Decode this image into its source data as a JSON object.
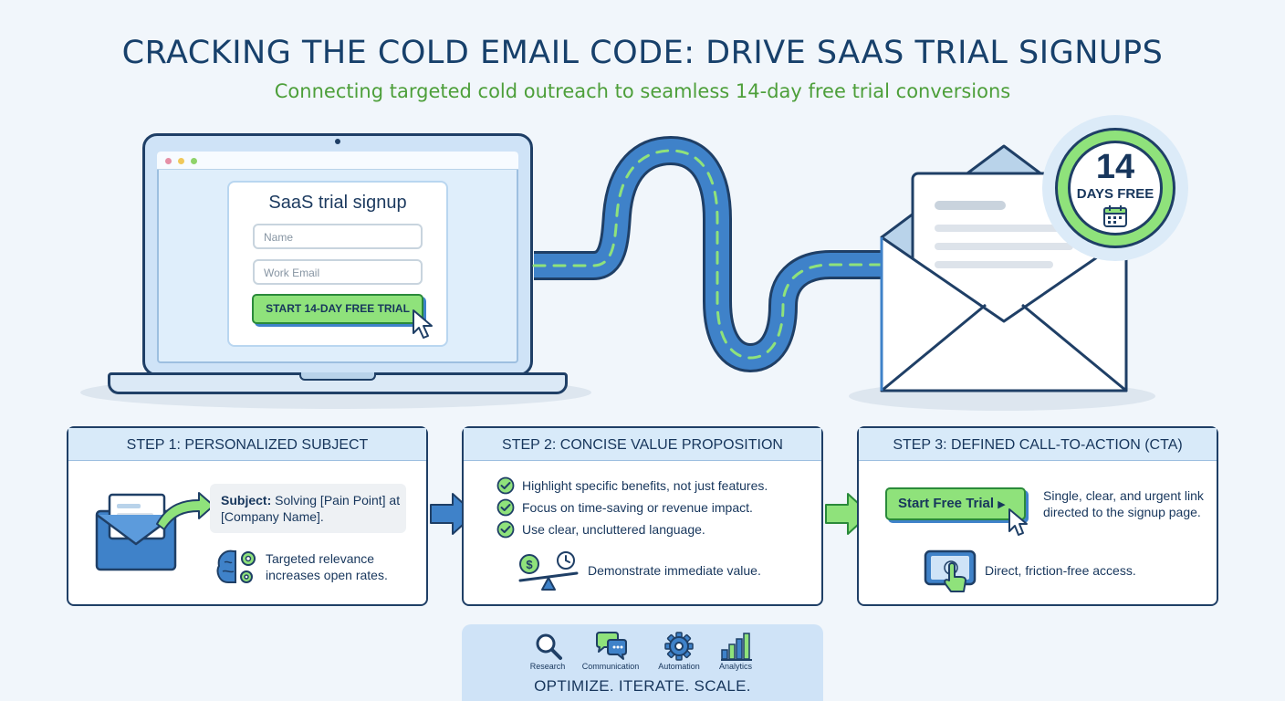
{
  "title": "CRACKING THE COLD EMAIL CODE: DRIVE SAAS TRIAL SIGNUPS",
  "subtitle": "Connecting targeted cold outreach to seamless 14-day free trial conversions",
  "signup_form": {
    "title": "SaaS trial signup",
    "name_placeholder": "Name",
    "email_placeholder": "Work Email",
    "button_label": "START 14-DAY FREE TRIAL"
  },
  "badge": {
    "number": "14",
    "label": "DAYS FREE"
  },
  "steps": [
    {
      "title": "STEP 1: PERSONALIZED SUBJECT",
      "subject_label": "Subject:",
      "subject_text": "Solving [Pain Point] at [Company Name].",
      "note": "Targeted relevance increases open rates."
    },
    {
      "title": "STEP 2: CONCISE VALUE PROPOSITION",
      "checks": [
        "Highlight specific benefits, not just features.",
        "Focus on time-saving or revenue impact.",
        "Use clear, uncluttered language."
      ],
      "note": "Demonstrate immediate value."
    },
    {
      "title": "STEP 3: DEFINED CALL-TO-ACTION (CTA)",
      "cta_label": "Start Free Trial",
      "description": "Single, clear, and urgent link directed to the signup page.",
      "note": "Direct, friction-free access."
    }
  ],
  "tools": [
    {
      "label": "Research",
      "icon": "magnifier-icon"
    },
    {
      "label": "Communication",
      "icon": "chat-bubbles-icon"
    },
    {
      "label": "Automation",
      "icon": "gear-icon"
    },
    {
      "label": "Analytics",
      "icon": "bar-chart-icon"
    }
  ],
  "slogan": "OPTIMIZE. ITERATE. SCALE.",
  "colors": {
    "navy": "#1f3f66",
    "accent_blue": "#3f82c9",
    "accent_green": "#8fe27b",
    "subtitle_green": "#4d9f3a",
    "light_blue": "#cfe3f7"
  }
}
